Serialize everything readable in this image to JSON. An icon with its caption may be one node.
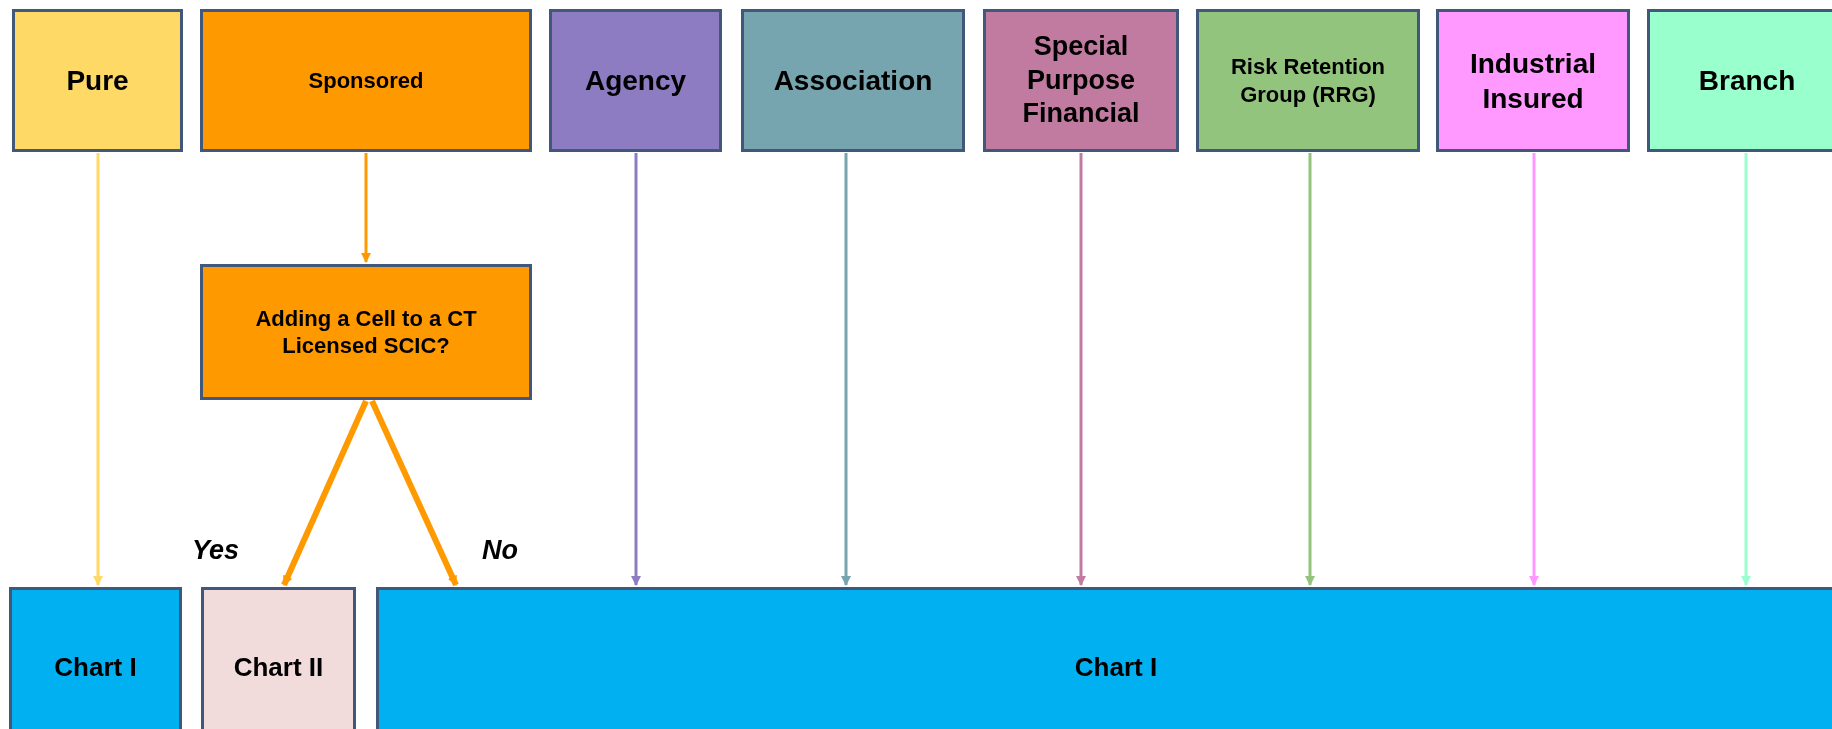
{
  "diagram": {
    "nodes": [
      {
        "text": [
          "Pure"
        ]
      },
      {
        "text": [
          "Sponsored"
        ]
      },
      {
        "text": [
          "Agency"
        ]
      },
      {
        "text": [
          "Association"
        ]
      },
      {
        "text": [
          "Special Purpose Financial"
        ]
      },
      {
        "text": [
          "Risk Retention Group (RRG)"
        ]
      },
      {
        "text": [
          "Industrial Insured"
        ]
      },
      {
        "text": [
          "Branch"
        ]
      },
      {
        "text": [
          "Adding a Cell to a CT Licensed SCIC?"
        ]
      },
      {
        "text": [
          "Chart I"
        ]
      },
      {
        "text": [
          "Chart II"
        ]
      },
      {
        "text": [
          "Chart I"
        ]
      }
    ],
    "edges": [
      {
        "from": 0,
        "to": 9,
        "arrow": "to",
        "color": "#ffd966"
      },
      {
        "from": 1,
        "to": 8,
        "arrow": "to",
        "color": "#ff9900"
      },
      {
        "from": 8,
        "to": 10,
        "arrow": "to",
        "label": "Yes",
        "color": "#ff9900",
        "style": "thick"
      },
      {
        "from": 8,
        "to": 11,
        "arrow": "to",
        "label": "No",
        "color": "#ff9900",
        "style": "thick"
      },
      {
        "from": 2,
        "to": 11,
        "arrow": "to",
        "color": "#8e7cc3"
      },
      {
        "from": 3,
        "to": 11,
        "arrow": "to",
        "color": "#76a5af"
      },
      {
        "from": 4,
        "to": 11,
        "arrow": "to",
        "color": "#c27ba0"
      },
      {
        "from": 5,
        "to": 11,
        "arrow": "to",
        "color": "#93c47d"
      },
      {
        "from": 6,
        "to": 11,
        "arrow": "to",
        "color": "#ff99ff"
      },
      {
        "from": 7,
        "to": 11,
        "arrow": "to",
        "color": "#99ffcc"
      }
    ]
  }
}
